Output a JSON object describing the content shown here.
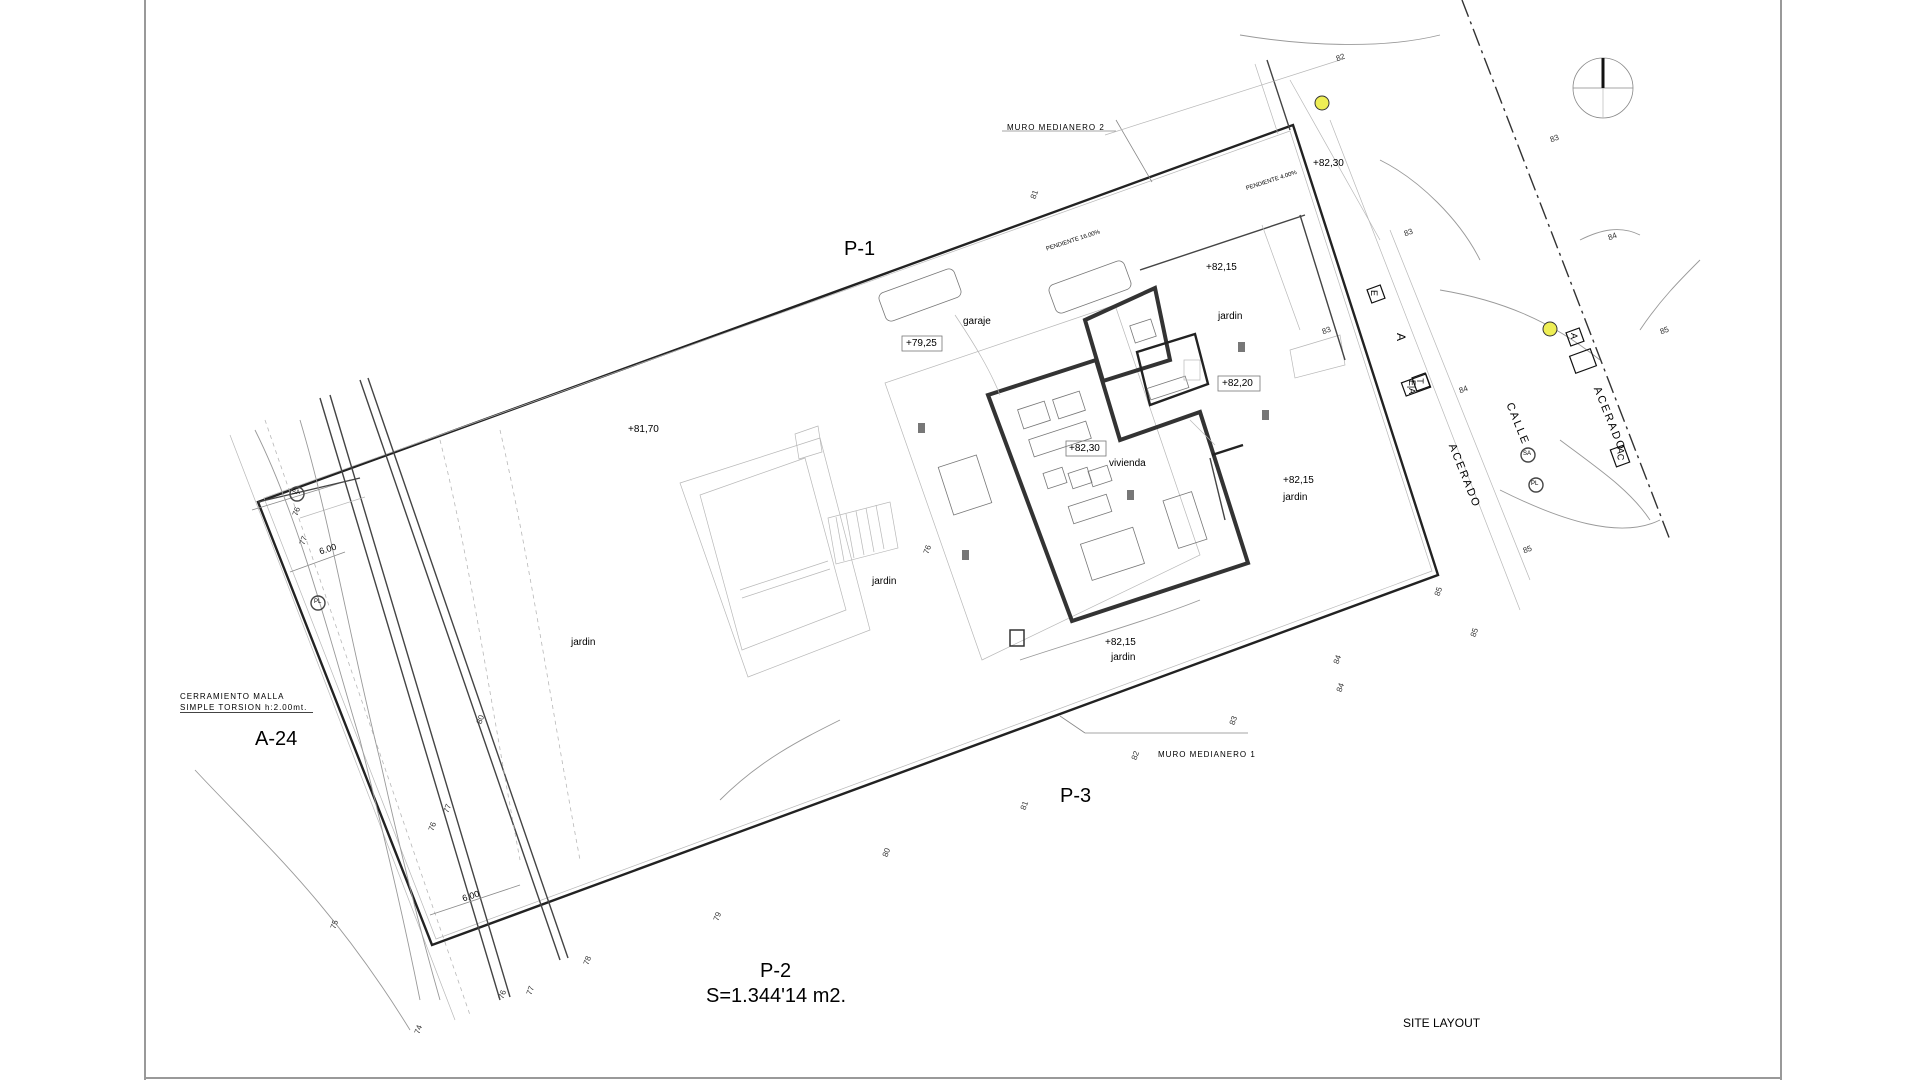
{
  "plots": {
    "north": "P-1",
    "south": "P-2",
    "east": "P-3",
    "west": "A-24"
  },
  "area": "S=1.344'14 m2.",
  "sheet_title": "SITE LAYOUT",
  "notes": {
    "fence_line1": "CERRAMIENTO MALLA",
    "fence_line2": "SIMPLE TORSION h:2.00mt.",
    "wall1": "MURO MEDIANERO 1",
    "wall2": "MURO MEDIANERO 2",
    "slope1": "PENDIENTE 16.00%",
    "slope2": "PENDIENTE 4.00%"
  },
  "rooms": {
    "garage": "garaje",
    "house": "vivienda",
    "garden_west": "jardin",
    "garden_pool": "jardin",
    "garden_north": "jardin",
    "garden_east": "jardin",
    "garden_south": "jardin"
  },
  "levels": {
    "l8170": "+81,70",
    "l7925": "+79,25",
    "l8215_n": "+82,15",
    "l8220": "+82,20",
    "l8230_house": "+82,30",
    "l8215_e": "+82,15",
    "l8215_s": "+82,15",
    "l8230_ne": "+82,30"
  },
  "dimensions": {
    "d_top": "6.00",
    "d_bottom": "6.00"
  },
  "street": {
    "calle": "CALLE",
    "acerado1": "ACERADO",
    "acerado2": "ACERADO",
    "vertical_a": "A"
  },
  "services": {
    "e": "E",
    "t": "T",
    "ea": "E|A",
    "sa1": "SA",
    "pl1": "PL",
    "sa2": "SA",
    "pl2": "PL",
    "a": "A",
    "ac": "AC"
  },
  "contours": {
    "c82a": "82",
    "c83a": "83",
    "c84a": "84",
    "c85a": "85",
    "c83b": "83",
    "c84b": "84",
    "c83c": "83",
    "c84c": "84",
    "c85b": "85",
    "c85c": "85",
    "c81a": "81",
    "c82b": "82",
    "c83d": "83",
    "c84d": "84",
    "c85d": "85",
    "c81b": "81",
    "c80a": "80",
    "c79a": "79",
    "c77a": "77",
    "c76a": "76",
    "c77b": "77",
    "c76b": "76",
    "c75a": "75",
    "c74a": "74",
    "c80b": "80",
    "c78a": "78",
    "c76c": "76",
    "c77c": "77",
    "c76d": "76"
  },
  "colors": {
    "line": "#222222",
    "mid": "#888888",
    "light": "#b8b8b8",
    "marker": "#eeee55"
  }
}
